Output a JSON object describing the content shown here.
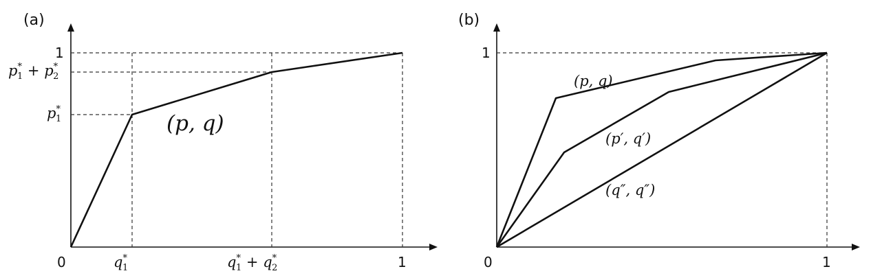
{
  "panel_a": {
    "label": "(a)",
    "origin_label": "0",
    "x_tick_q1": "q",
    "x_tick_q1_sup": "*",
    "x_tick_q1_sub": "1",
    "x_tick_q12_a": "q",
    "x_tick_q12_a_sup": "*",
    "x_tick_q12_a_sub": "1",
    "x_tick_q12_plus": " + ",
    "x_tick_q12_b": "q",
    "x_tick_q12_b_sup": "*",
    "x_tick_q12_b_sub": "2",
    "x_tick_one": "1",
    "y_tick_one": "1",
    "y_tick_p12_a": "p",
    "y_tick_p12_a_sup": "*",
    "y_tick_p12_a_sub": "1",
    "y_tick_p12_plus": " + ",
    "y_tick_p12_b": "p",
    "y_tick_p12_b_sup": "*",
    "y_tick_p12_b_sub": "2",
    "y_tick_p1": "p",
    "y_tick_p1_sup": "*",
    "y_tick_p1_sub": "1",
    "curve_label": "(p, q)"
  },
  "panel_b": {
    "label": "(b)",
    "origin_label": "0",
    "x_tick_one": "1",
    "y_tick_one": "1",
    "curve_label_1": "(p, q)",
    "curve_label_2": "(p′, q′)",
    "curve_label_3": "(q″, q″)"
  },
  "colors": {
    "ink": "#111111",
    "guide": "#333333",
    "background": "#ffffff"
  }
}
